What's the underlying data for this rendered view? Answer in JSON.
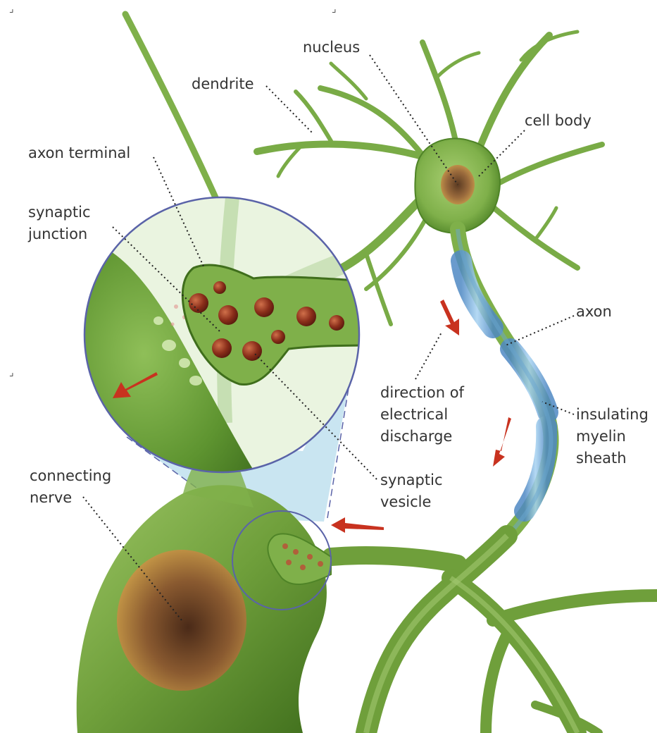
{
  "diagram": {
    "labels": {
      "nucleus": "nucleus",
      "dendrite": "dendrite",
      "cell_body": "cell body",
      "axon_terminal": "axon terminal",
      "synaptic_junction": [
        "synaptic",
        "junction"
      ],
      "axon": "axon",
      "direction": [
        "direction of",
        "electrical",
        "discharge"
      ],
      "myelin": [
        "insulating",
        "myelin",
        "sheath"
      ],
      "connecting_nerve": [
        "connecting",
        "nerve"
      ],
      "synaptic_vesicle": [
        "synaptic",
        "vesicle"
      ]
    },
    "colors": {
      "neuron_green": "#7fb04a",
      "neuron_dark": "#3f6e1c",
      "nucleus_brown": "#8a5a34",
      "myelin_blue": "#7fb3df",
      "arrow_red": "#c8321f",
      "callout_ring": "#5a63a8",
      "zoom_fill": "#bfe0ef"
    },
    "icons": [
      "red-arrow-icon"
    ]
  }
}
